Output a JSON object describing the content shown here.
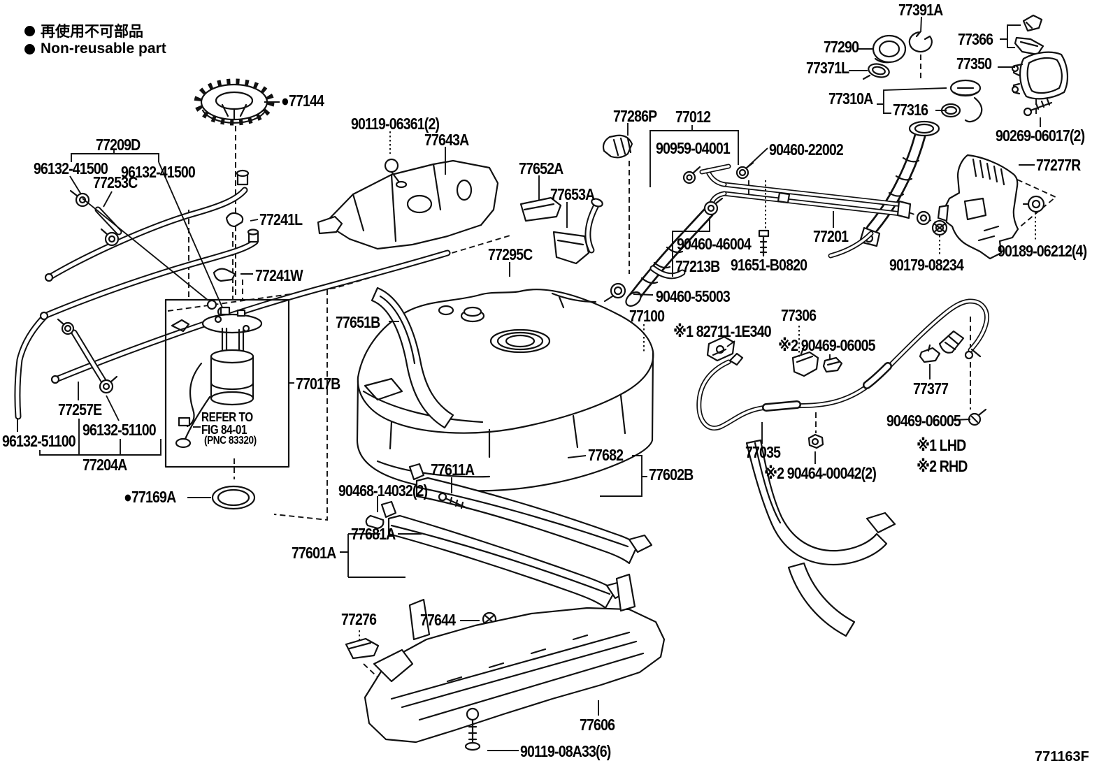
{
  "legend": {
    "bullet": "●",
    "jp": "再使用不可部品",
    "en": "Non-reusable part"
  },
  "parts": {
    "p77144": "●77144",
    "p77209D": "77209D",
    "p96132_41500_a": "96132-41500",
    "p96132_41500_b": "96132-41500",
    "p77253C": "77253C",
    "p77241L": "77241L",
    "p77241W": "77241W",
    "p77257E": "77257E",
    "p96132_51100_a": "96132-51100",
    "p96132_51100_b": "96132-51100",
    "p77204A": "77204A",
    "p77169A": "●77169A",
    "p77017B": "77017B",
    "refer1": "REFER TO",
    "refer2": "FIG 84-01",
    "refer3": "(PNC 83320)",
    "p90119_06361": "90119-06361(2)",
    "p77643A": "77643A",
    "p77652A": "77652A",
    "p77653A": "77653A",
    "p77295C": "77295C",
    "p77651B": "77651B",
    "p77100": "77100",
    "p77286P": "77286P",
    "p77012": "77012",
    "p90959_04001": "90959-04001",
    "p90460_22002": "90460-22002",
    "p90460_46004": "90460-46004",
    "p77213B": "77213B",
    "p90460_55003": "90460-55003",
    "p91651_B0820": "91651-B0820",
    "p90179_08234": "90179-08234",
    "p77201": "77201",
    "p77391A": "77391A",
    "p77290": "77290",
    "p77371L": "77371L",
    "p77366": "77366",
    "p77350": "77350",
    "p77310A": "77310A",
    "p77316": "77316",
    "p90269_06017": "90269-06017(2)",
    "p77277R": "77277R",
    "p90189_06212": "90189-06212(4)",
    "p77306": "77306",
    "p82711_1E340": "※1 82711-1E340",
    "p90469_06005_mid": "※2 90469-06005",
    "p77377": "77377",
    "p90469_06005_r": "90469-06005",
    "p77035": "77035",
    "p90464_00042": "※2 90464-00042(2)",
    "p77611A": "77611A",
    "p77682": "77682",
    "p77602B": "77602B",
    "p90468_14032": "90468-14032(2)",
    "p77681A": "77681A",
    "p77601A": "77601A",
    "p77276": "77276",
    "p77644": "77644",
    "p77606": "77606",
    "p90119_08A33": "90119-08A33(6)"
  },
  "notes": {
    "lhd": "※1 LHD",
    "rhd": "※2 RHD"
  },
  "footer": {
    "code": "771163F"
  }
}
